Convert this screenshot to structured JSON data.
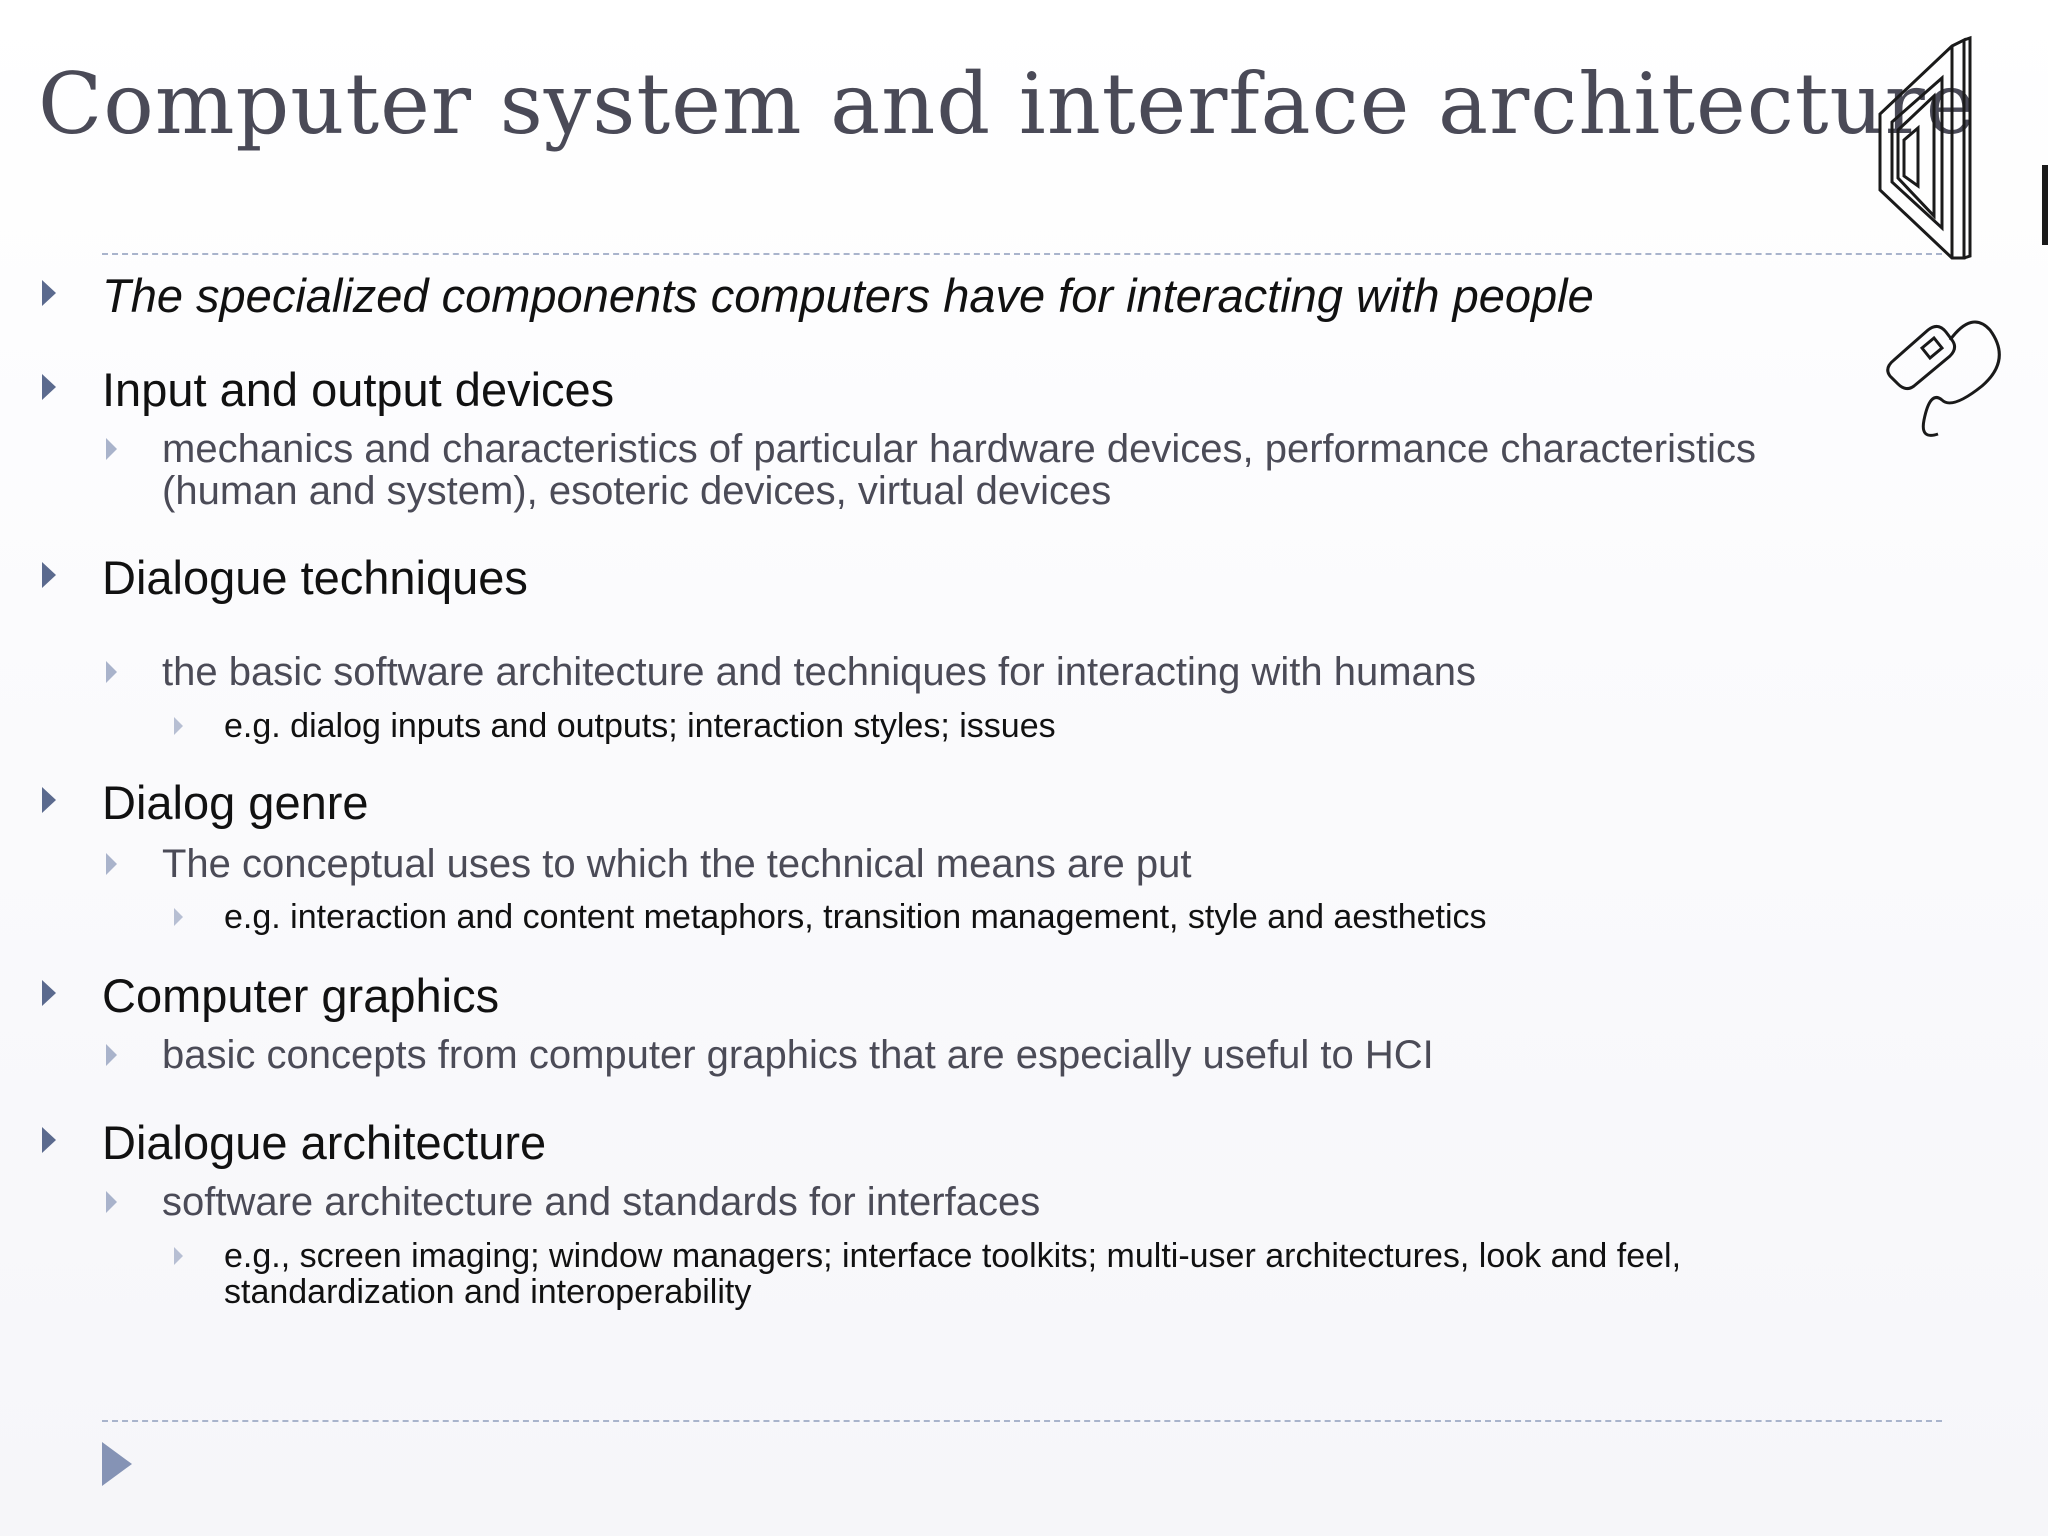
{
  "slide": {
    "title": "Computer system and interface architecture",
    "bullets": [
      {
        "level": 1,
        "italic": true,
        "text": "The specialized components computers have for interacting with people"
      },
      {
        "level": 1,
        "text": "Input and output devices"
      },
      {
        "level": 2,
        "text": "mechanics and characteristics of particular hardware devices, performance characteristics",
        "text2": "(human and system), esoteric devices, virtual devices"
      },
      {
        "level": 1,
        "text": "Dialogue techniques"
      },
      {
        "level": 2,
        "text": "the basic software architecture and techniques for interacting with humans"
      },
      {
        "level": 3,
        "text": "e.g. dialog inputs and outputs;  interaction styles; issues"
      },
      {
        "level": 1,
        "text": "Dialog genre"
      },
      {
        "level": 2,
        "text": "The conceptual uses to which the technical means are put"
      },
      {
        "level": 3,
        "text": "e.g. interaction and content metaphors, transition management, style and aesthetics"
      },
      {
        "level": 1,
        "text": "Computer graphics"
      },
      {
        "level": 2,
        "text": "basic concepts from computer graphics that are especially useful to HCI"
      },
      {
        "level": 1,
        "text": "Dialogue architecture"
      },
      {
        "level": 2,
        "text": "software architecture and standards for interfaces"
      },
      {
        "level": 3,
        "text": "e.g., screen imaging; window managers; interface toolkits; multi-user architectures, look and feel,",
        "text2": "standardization and interoperability"
      }
    ],
    "clipart_icons": [
      "computer-monitor-icon",
      "computer-mouse-icon"
    ],
    "colors": {
      "title": "#4a4a57",
      "bullet_level1": "#5b6a8e",
      "bullet_level2": "#a9b3cb",
      "rule": "#a9b4cc",
      "nav_arrow": "#8593b5"
    }
  }
}
